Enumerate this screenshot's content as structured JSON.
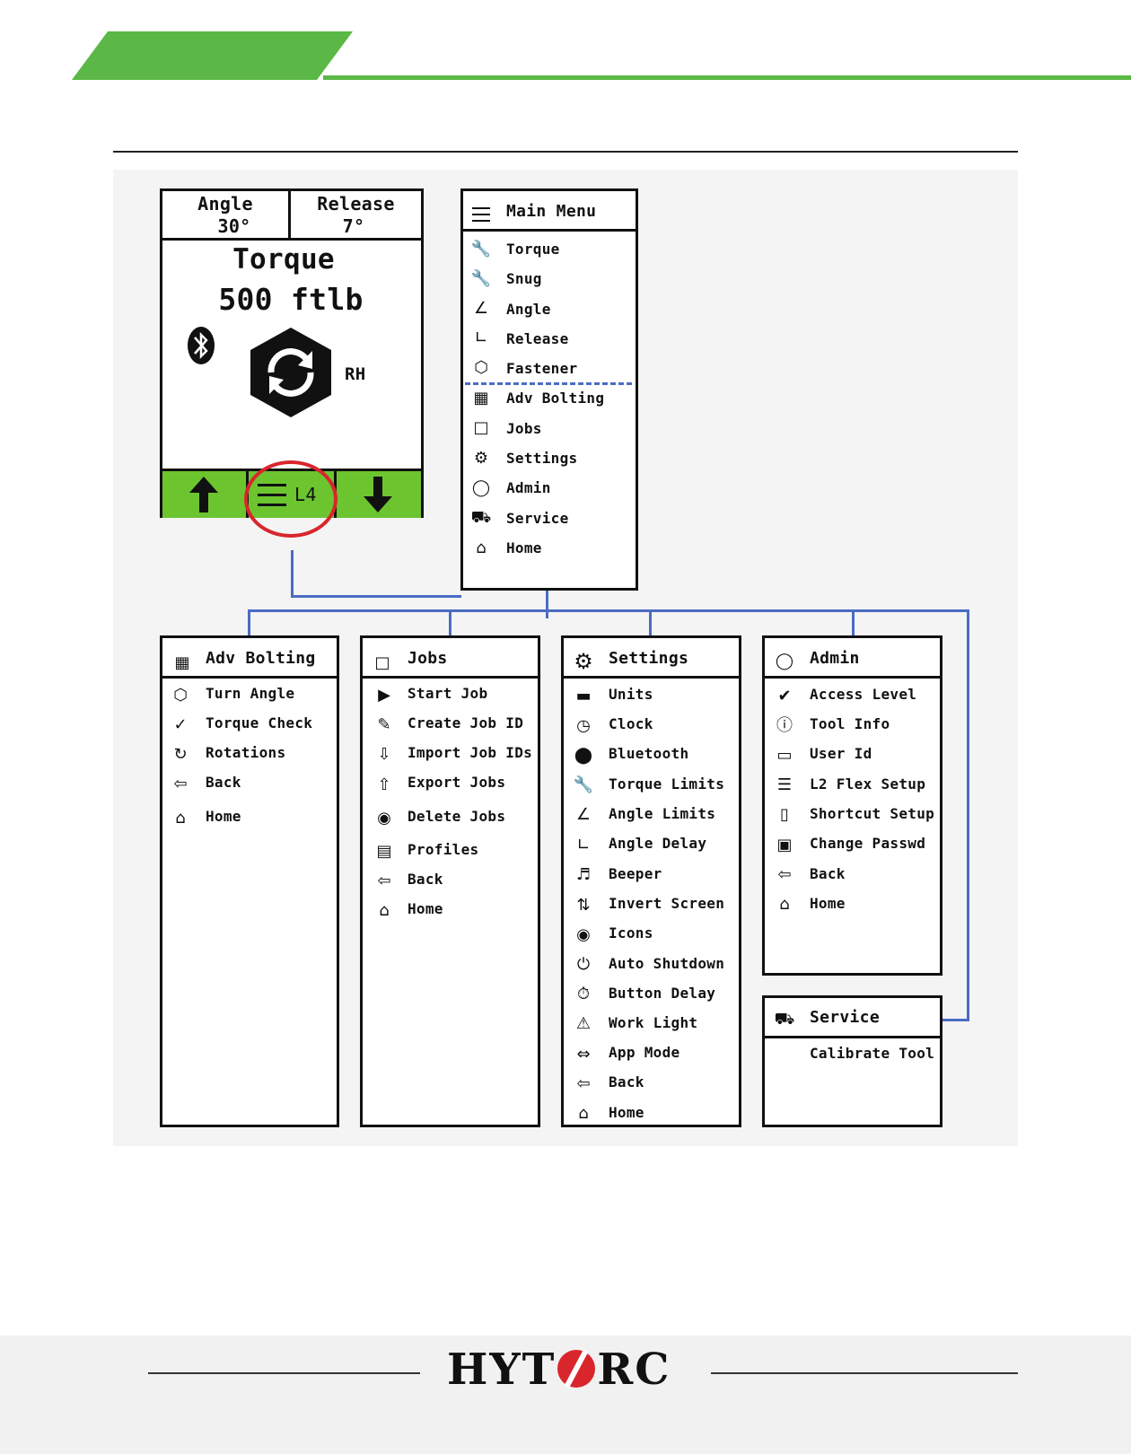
{
  "device": {
    "angle_label": "Angle",
    "angle_value": "30°",
    "release_label": "Release",
    "release_value": "7°",
    "mode_label": "Torque",
    "torque_value": "500 ftlb",
    "direction": "RH",
    "level_label": "L4"
  },
  "main_menu": {
    "title": "Main Menu",
    "items": [
      {
        "label": "Torque",
        "icon": "wrench-icon"
      },
      {
        "label": "Snug",
        "icon": "snug-wrench-icon"
      },
      {
        "label": "Angle",
        "icon": "angle-icon"
      },
      {
        "label": "Release",
        "icon": "release-icon"
      },
      {
        "label": "Fastener",
        "icon": "hex-nut-icon"
      },
      {
        "label": "Adv Bolting",
        "icon": "bolting-icon"
      },
      {
        "label": "Jobs",
        "icon": "briefcase-icon"
      },
      {
        "label": "Settings",
        "icon": "gear-icon"
      },
      {
        "label": "Admin",
        "icon": "user-icon"
      },
      {
        "label": "Service",
        "icon": "service-van-icon"
      },
      {
        "label": "Home",
        "icon": "home-icon"
      }
    ]
  },
  "adv_bolting": {
    "title": "Adv Bolting",
    "items": [
      "Turn Angle",
      "Torque Check",
      "Rotations",
      "Back",
      "Home"
    ]
  },
  "jobs": {
    "title": "Jobs",
    "items": [
      "Start Job",
      "Create Job ID",
      "Import Job IDs",
      "Export Jobs",
      "Delete Jobs",
      "Profiles",
      "Back",
      "Home"
    ]
  },
  "settings": {
    "title": "Settings",
    "items": [
      "Units",
      "Clock",
      "Bluetooth",
      "Torque Limits",
      "Angle Limits",
      "Angle Delay",
      "Beeper",
      "Invert Screen",
      "Icons",
      "Auto Shutdown",
      "Button Delay",
      "Work Light",
      "App Mode",
      "Back",
      "Home"
    ]
  },
  "admin": {
    "title": "Admin",
    "items": [
      "Access Level",
      "Tool Info",
      "User Id",
      "L2 Flex Setup",
      "Shortcut Setup",
      "Change Passwd",
      "Back",
      "Home"
    ]
  },
  "service": {
    "title": "Service",
    "items": [
      "Calibrate Tool"
    ]
  },
  "colors": {
    "brand_green": "#5bb846",
    "connector_blue": "#4a6cc4",
    "highlight_red": "#d8262c"
  },
  "footer": {
    "logo_left": "HYT",
    "logo_right": "RC"
  }
}
